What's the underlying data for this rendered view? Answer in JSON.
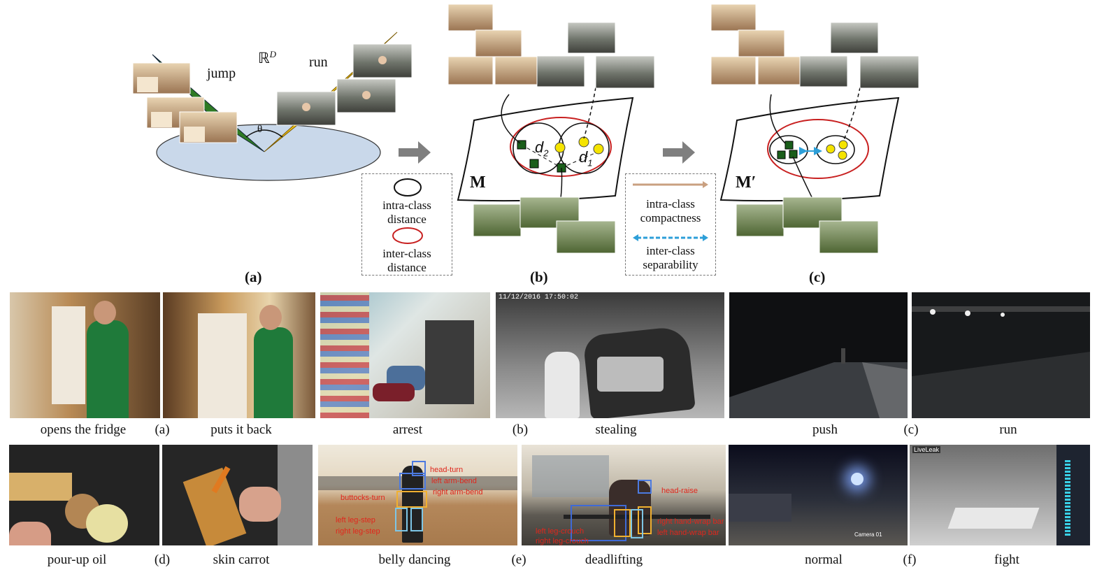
{
  "figure_top": {
    "space_label": "ℝ",
    "space_sup": "D",
    "class_a": "jump",
    "class_b": "run",
    "angle": "θ",
    "panel_a": "(a)",
    "panel_b": "(b)",
    "panel_c": "(c)",
    "d1": "d",
    "d1_sub": "1",
    "d2": "d",
    "d2_sub": "2",
    "manifold_m": "M",
    "manifold_m_prime": "M′",
    "legend_left": {
      "line1": "intra-class",
      "line2": "distance",
      "line3": "inter-class",
      "line4": "distance"
    },
    "legend_right": {
      "line1": "intra-class",
      "line2": "compactness",
      "line3": "inter-class",
      "line4": "separability"
    }
  },
  "figure_bottom": {
    "row1": [
      {
        "caption": "opens the fridge"
      },
      {
        "caption": "(a)"
      },
      {
        "caption": "puts it back"
      },
      {
        "caption": "arrest"
      },
      {
        "caption": "(b)"
      },
      {
        "caption": "stealing"
      },
      {
        "caption": "push"
      },
      {
        "caption": "(c)"
      },
      {
        "caption": "run"
      }
    ],
    "row2": [
      {
        "caption": "pour-up oil"
      },
      {
        "caption": "(d)"
      },
      {
        "caption": "skin carrot"
      },
      {
        "caption": "belly dancing"
      },
      {
        "caption": "(e)"
      },
      {
        "caption": "deadlifting"
      },
      {
        "caption": "normal"
      },
      {
        "caption": "(f)"
      },
      {
        "caption": "fight"
      }
    ],
    "overlay_text": {
      "timestamp": "11/12/2016 17:50:02",
      "belly": [
        "head-turn",
        "left arm-bend",
        "right arm-bend",
        "buttocks-turn",
        "left leg-step",
        "right leg-step"
      ],
      "dead": [
        "head-raise",
        "right hand-wrap bar",
        "left hand-wrap bar",
        "left leg-crouch",
        "right leg-crouch"
      ],
      "live": "LiveLeak",
      "cam": "Camera 01"
    }
  },
  "colors": {
    "green_square": "#1a5e1a",
    "yellow_dot": "#f5e400",
    "red_ellipse": "#c82020",
    "blue_arrow": "#2d9fd8",
    "disc": "#c9d8ea"
  }
}
